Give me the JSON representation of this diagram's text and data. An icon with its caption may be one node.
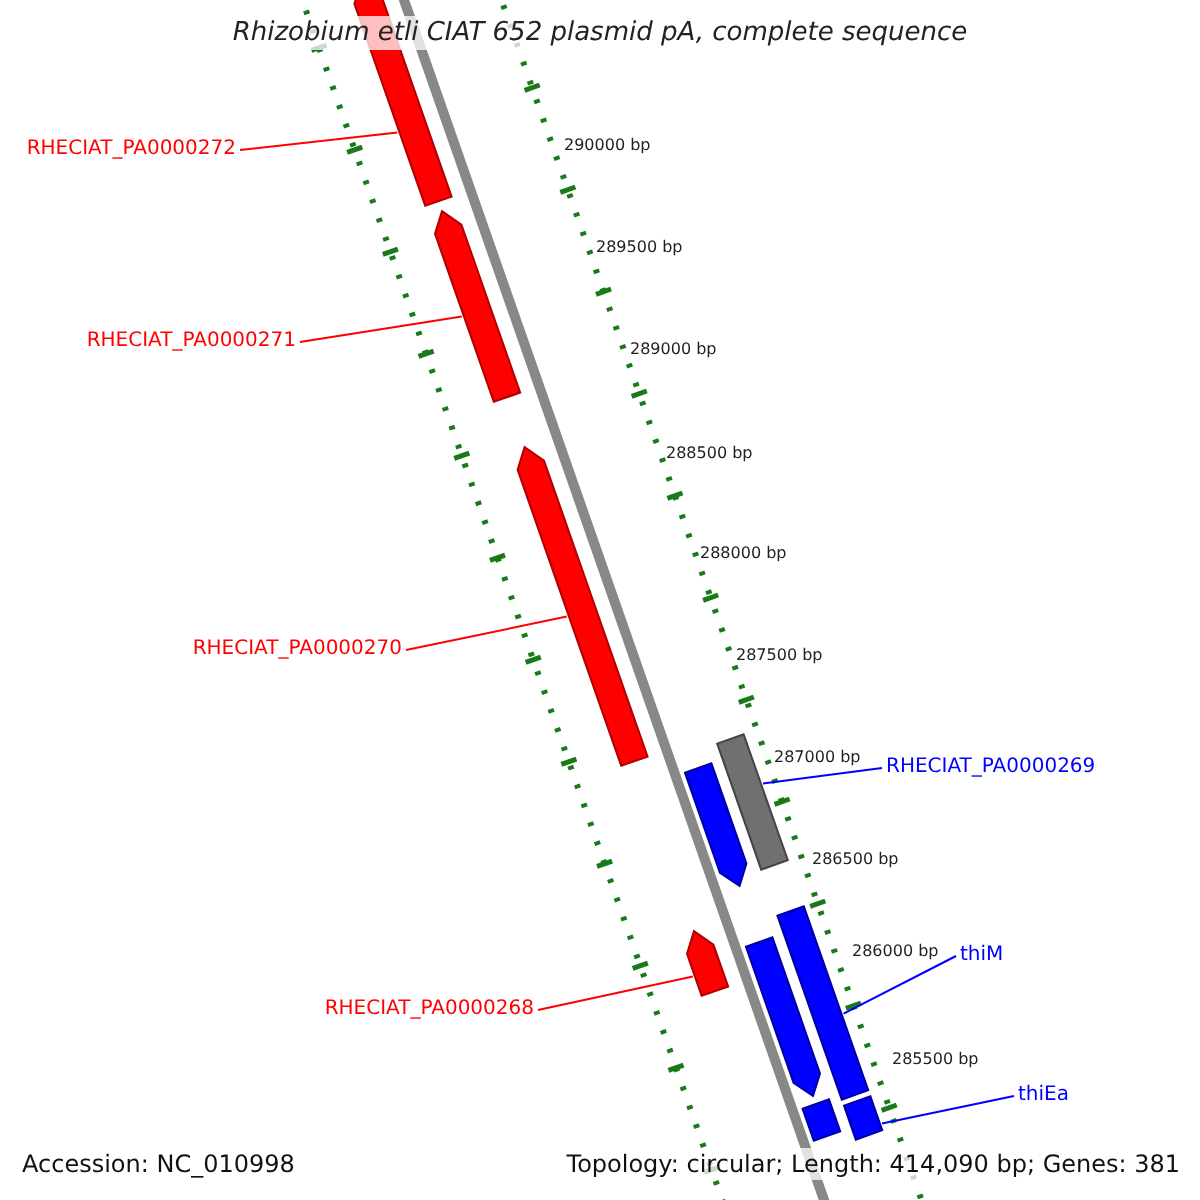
{
  "diagram": {
    "title": "Rhizobium etli CIAT 652 plasmid pA, complete sequence",
    "nodes": [
      {
        "text": [
          "RHECIAT_PA0000272"
        ]
      },
      {
        "text": [],
        "shape": "bar"
      },
      {
        "text": [
          "RHECIAT_PA0000271"
        ]
      },
      {
        "text": [],
        "shape": "bar"
      },
      {
        "text": [
          "RHECIAT_PA0000270"
        ]
      },
      {
        "text": [],
        "shape": "bar"
      },
      {
        "text": [
          "RHECIAT_PA0000269"
        ]
      },
      {
        "text": [],
        "shape": "bar"
      },
      {
        "text": [
          "thiM"
        ]
      },
      {
        "text": [],
        "shape": "bar"
      },
      {
        "text": [
          "RHECIAT_PA0000268"
        ]
      },
      {
        "text": [],
        "shape": "bar"
      },
      {
        "text": [
          "thiEa"
        ]
      },
      {
        "text": [],
        "shape": "bar"
      },
      {
        "text": [],
        "shape": "bar"
      },
      {
        "text": [],
        "shape": "bar"
      },
      {
        "text": [],
        "shape": "bar"
      }
    ],
    "edges": [
      {
        "from": 0,
        "to": 1,
        "arrow": "none"
      },
      {
        "from": 2,
        "to": 3,
        "arrow": "none"
      },
      {
        "from": 4,
        "to": 5,
        "arrow": "none"
      },
      {
        "from": 6,
        "to": 7,
        "arrow": "none",
        "color": "#0000ff"
      },
      {
        "from": 8,
        "to": 9,
        "arrow": "none",
        "color": "#0000ff"
      },
      {
        "from": 10,
        "to": 11,
        "arrow": "none"
      },
      {
        "from": 12,
        "to": 13,
        "arrow": "none",
        "color": "#0000ff"
      }
    ],
    "labels": [
      "290000 bp",
      "289500 bp",
      "289000 bp",
      "288500 bp",
      "288000 bp",
      "287500 bp",
      "287000 bp",
      "286500 bp",
      "286000 bp",
      "285500 bp",
      "Accession: NC_010998",
      "Topology: circular; Length: 414,090 bp; Genes: 381"
    ]
  }
}
